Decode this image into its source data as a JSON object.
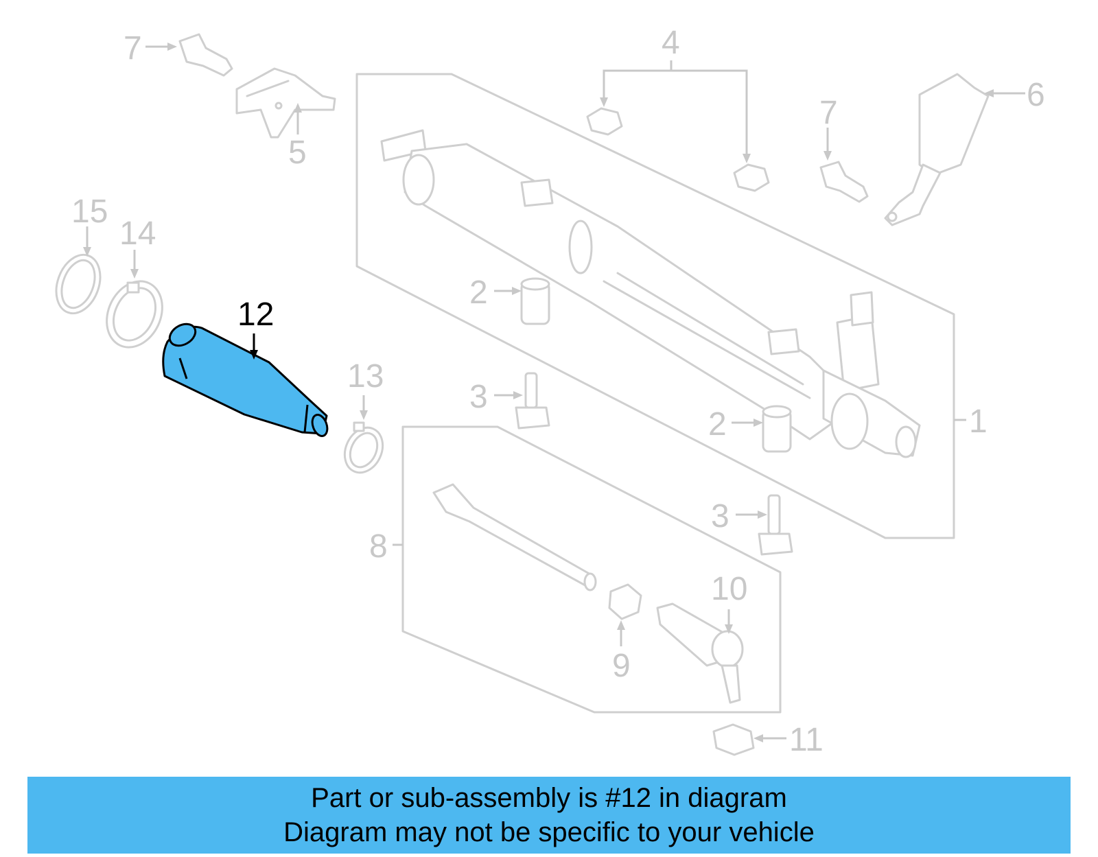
{
  "callouts": {
    "c1": "1",
    "c2a": "2",
    "c2b": "2",
    "c3a": "3",
    "c3b": "3",
    "c4": "4",
    "c5": "5",
    "c6": "6",
    "c7a": "7",
    "c7b": "7",
    "c8": "8",
    "c9": "9",
    "c10": "10",
    "c11": "11",
    "c12": "12",
    "c13": "13",
    "c14": "14",
    "c15": "15"
  },
  "highlighted_part": "12",
  "colors": {
    "highlight_fill": "#4db8f0",
    "banner_background": "#4db8f0",
    "line_gray": "#cfcfcf",
    "text_gray": "#c8c8c8"
  },
  "banner": {
    "line1": "Part or sub-assembly is #12 in diagram",
    "line2": "Diagram may not be specific to your vehicle"
  }
}
